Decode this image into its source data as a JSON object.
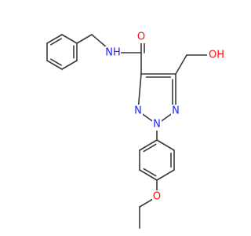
{
  "colors": {
    "bond": "#3a3a3a",
    "nitrogen": "#2121ff",
    "oxygen": "#ff0d0d",
    "background": "#ffffff"
  },
  "atoms": {
    "amide_nh": {
      "text": "NH",
      "element": "N"
    },
    "carbonyl_o": {
      "text": "O",
      "element": "O"
    },
    "hydroxyl_oh": {
      "text": "OH",
      "element": "O"
    },
    "ring_n1": {
      "text": "N",
      "element": "N"
    },
    "ring_n2": {
      "text": "N",
      "element": "N"
    },
    "ring_n3": {
      "text": "N",
      "element": "N"
    },
    "ether_o": {
      "text": "O",
      "element": "O"
    }
  }
}
